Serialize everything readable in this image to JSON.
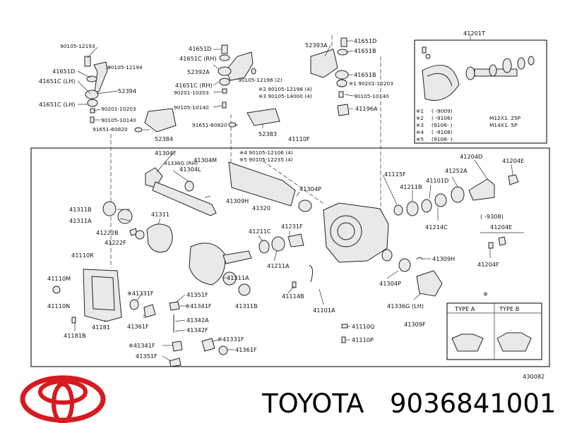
{
  "labels": {
    "l_90105_12193": "90105-12193",
    "l_41651D_a": "41651D",
    "l_41651C_LH_a": "41651C (LH)",
    "l_41651C_LH_b": "41651C (LH)",
    "l_52394": "52394",
    "l_90105_12194": "90105-12194",
    "l_90201_10203_a": "90201-10203",
    "l_90105_10140_a": "90105-10140",
    "l_91651_60820_a": "91651-60820",
    "l_52384": "52384",
    "l_41651D_b": "41651D",
    "l_41651C_RH_a": "41651C (RH)",
    "l_52392A": "52392A",
    "l_41651C_RH_b": "41651C (RH)",
    "l_90201_10203_b": "90201-10203",
    "l_90105_10140_b": "90105-10140",
    "l_91651_60820_b": "91651-60820",
    "l_52383": "52383",
    "l_90105_12196": "90105-12196 (2)",
    "l_m2_90105_12198": "※2 90105-12198 (4)",
    "l_m3_90105_14000": "※3 90105-14000 (4)",
    "l_41110F": "41110F",
    "l_52393A": "52393A",
    "l_41651D_c": "41651D",
    "l_41651B_a": "41651B",
    "l_41651B_b": "41651B",
    "l_m1_90201_10203": "※1 90201-10203",
    "l_90105_10140_c": "90105-10140",
    "l_41196A": "41196A",
    "l_41201T": "41201T",
    "l_41304F": "41304F",
    "l_41336G_RH": "41336G (RH)",
    "l_41304L": "41304L",
    "l_41304M": "41304M",
    "l_m4_90105_12106": "※4 90105-12106 (4)",
    "l_m5_90105_12235": "※5 90105-12235 (4)",
    "l_41304P_a": "41304P",
    "l_41309H_a": "41309H",
    "l_41320": "41320",
    "l_41311B_a": "41311B",
    "l_41311A_a": "41311A",
    "l_41311": "41311",
    "l_41222B": "41222B",
    "l_41222F": "41222F",
    "l_41110R": "41110R",
    "l_41211C": "41211C",
    "l_41231F": "41231F",
    "l_41211A": "41211A",
    "l_41110M": "41110M",
    "l_41110N": "41110N",
    "l_41311A_b": "41311A",
    "l_41311B_b": "41311B",
    "l_m_41331F_a": "※41331F",
    "l_41351F_a": "41351F",
    "l_m_41341F_a": "※41341F",
    "l_41342A": "41342A",
    "l_41342F": "41342F",
    "l_41181B": "41181B",
    "l_41181": "41181",
    "l_41361F_a": "41361F",
    "l_m_41341F_b": "※41341F",
    "l_41351F_b": "41351F",
    "l_m_41331F_b": "※41331F",
    "l_41361F_b": "41361F",
    "l_41114B": "41114B",
    "l_41101A": "41101A",
    "l_41110Q": "41110Q",
    "l_41110P": "41110P",
    "l_41115F": "41115F",
    "l_41211B": "41211B",
    "l_41101D": "41101D",
    "l_41252A": "41252A",
    "l_41204D": "41204D",
    "l_41204E_a": "41204E",
    "l_41214C": "41214C",
    "l_41204E_b": "41204E",
    "l_41204F": "41204F",
    "l_41304P_b": "41304P",
    "l_41309H_b": "41309H",
    "l_41336G_LH": "41336G (LH)",
    "l_41309F": "41309F",
    "l_range_9308": "(        -9308)",
    "l_mark_star": "※",
    "l_type_a": "TYPE  A",
    "l_type_b": "TYPE  B",
    "l_diagram_code": "430082"
  },
  "notes": [
    {
      "mark": "※1",
      "range": "(        -9009)",
      "spec": ""
    },
    {
      "mark": "※2",
      "range": "(        -9106)",
      "spec": "M12X1. 25P"
    },
    {
      "mark": "※3",
      "range": "(9106-        )",
      "spec": "M14X1. 5P"
    },
    {
      "mark": "※4",
      "range": "(        -9108)",
      "spec": ""
    },
    {
      "mark": "※5",
      "range": "(9108-        )",
      "spec": ""
    }
  ],
  "brand": {
    "name": "TOYOTA",
    "part_number": "9036841001",
    "logo_color": "#d71920"
  }
}
